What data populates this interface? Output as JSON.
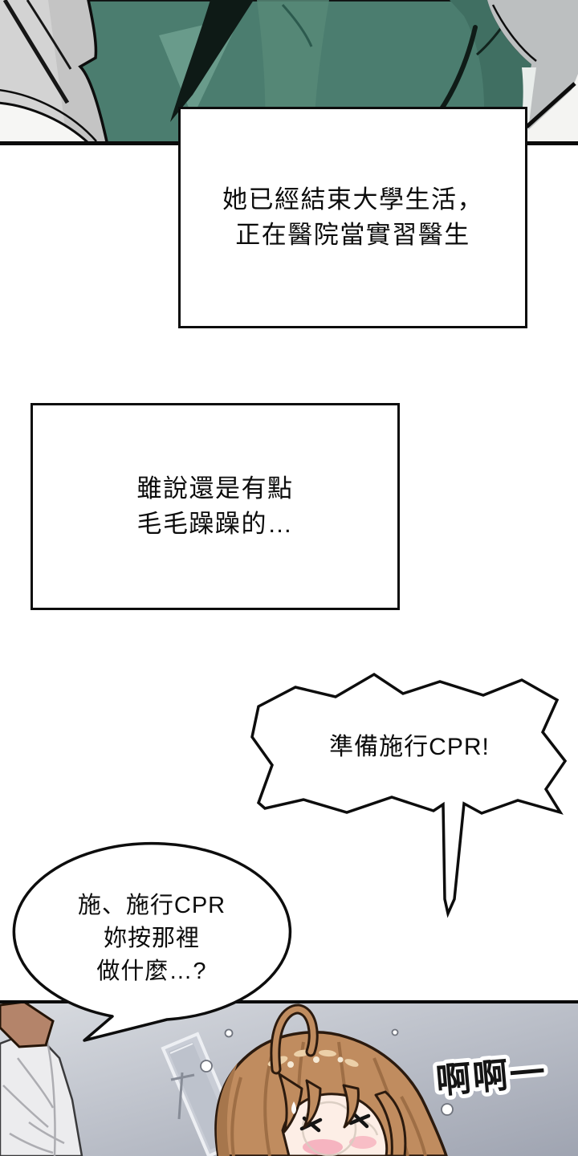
{
  "page": {
    "kind": "webtoon comic page",
    "background": "#ffffff"
  },
  "captions": [
    {
      "id": "narration-1",
      "lines": [
        "她已經結束大學生活，",
        "正在醫院當實習醫生"
      ]
    },
    {
      "id": "narration-2",
      "lines": [
        "雖說還是有點",
        "毛毛躁躁的…"
      ]
    }
  ],
  "speech_bubbles": [
    {
      "id": "shout-bubble",
      "style": "spiky",
      "text": "準備施行CPR!"
    },
    {
      "id": "reply-bubble",
      "style": "ellipse",
      "lines": [
        "施、施行CPR",
        "妳按那裡",
        "做什麼…?"
      ]
    }
  ],
  "sfx": {
    "text": "啊啊一"
  },
  "panels": [
    {
      "id": "panel-top",
      "description": "close-up of teal medical scrubs torso"
    },
    {
      "id": "panel-bottom",
      "description": "orange-haired intern wincing in hospital room beside person in white shirt"
    }
  ],
  "colors": {
    "ink": "#0d0d0d",
    "scrubs_teal": "#4b7d6f",
    "scrubs_shadow": "#0e1a16",
    "sleeve_gray": "#bcbfc0",
    "wall_gray_light": "#d9dce1",
    "wall_gray_dark": "#9fa4b1",
    "hair_brown": "#c08c5f",
    "hair_shadow": "#9e6e45",
    "skin_face": "#fdeee6",
    "skin_bystander": "#b4846a",
    "blush_pink": "#f5a9b8",
    "shirt_white": "#ececee"
  }
}
